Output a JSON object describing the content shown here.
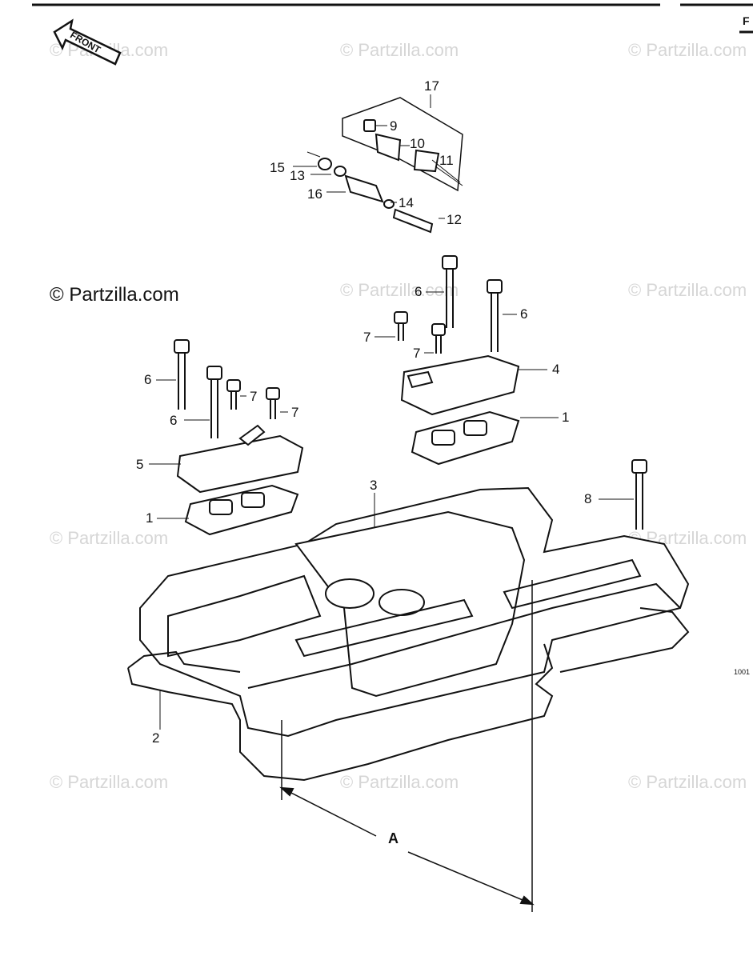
{
  "diagram": {
    "copyright": "© Partzilla.com",
    "watermark": "© Partzilla.com",
    "front_label": "FRONT",
    "corner_mark": "F",
    "code": "1001",
    "dimension_label": "A",
    "callouts": {
      "c1a": "1",
      "c1b": "1",
      "c2": "2",
      "c3": "3",
      "c4": "4",
      "c5": "5",
      "c6a": "6",
      "c6b": "6",
      "c6c": "6",
      "c6d": "6",
      "c7a": "7",
      "c7b": "7",
      "c7c": "7",
      "c7d": "7",
      "c8": "8",
      "c9": "9",
      "c10": "10",
      "c11": "11",
      "c12": "12",
      "c13": "13",
      "c14": "14",
      "c15": "15",
      "c16": "16",
      "c17": "17"
    }
  }
}
